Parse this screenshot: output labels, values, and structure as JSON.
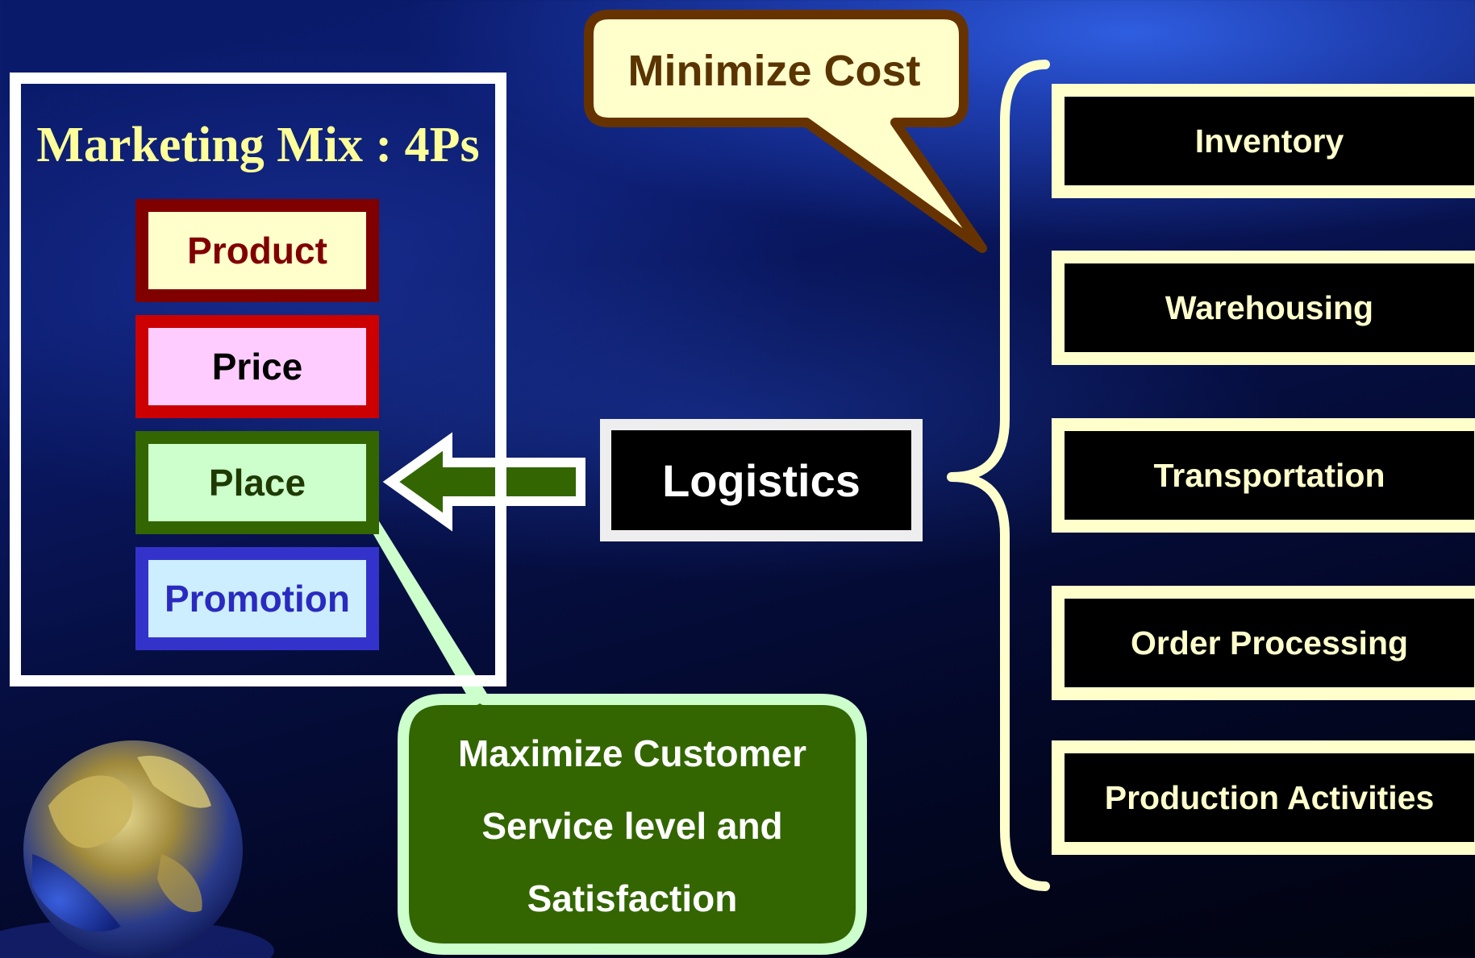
{
  "marketing_mix": {
    "title": "Marketing Mix : 4Ps",
    "items": [
      {
        "label": "Product"
      },
      {
        "label": "Price"
      },
      {
        "label": "Place"
      },
      {
        "label": "Promotion"
      }
    ]
  },
  "logistics": {
    "label": "Logistics"
  },
  "callouts": {
    "cost": "Minimize Cost",
    "service": [
      "Maximize Customer",
      "Service level and",
      "Satisfaction"
    ]
  },
  "activities": [
    {
      "label": "Inventory"
    },
    {
      "label": "Warehousing"
    },
    {
      "label": "Transportation"
    },
    {
      "label": "Order Processing"
    },
    {
      "label": "Production Activities"
    }
  ],
  "colors": {
    "title": "#ffff99",
    "product": "#800000",
    "price": "#cc0000",
    "place": "#336600",
    "promotion": "#3333cc",
    "cost_callout_fill": "#ffffcc",
    "cost_callout_border": "#663300",
    "service_callout_fill": "#336600",
    "service_callout_border": "#ccffcc",
    "activity_border": "#ffffcc"
  },
  "icons": [
    "globe-icon",
    "left-arrow-icon",
    "curly-brace-icon"
  ]
}
